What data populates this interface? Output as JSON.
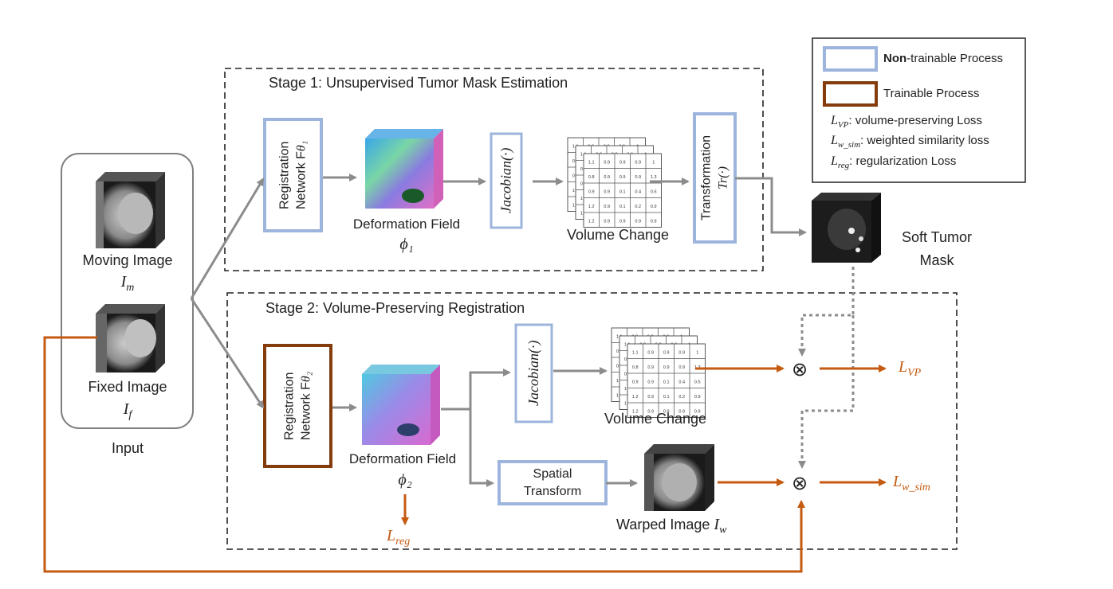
{
  "stage1": {
    "title": "Stage 1: Unsupervised Tumor Mask Estimation"
  },
  "stage2": {
    "title": "Stage 2: Volume-Preserving Registration"
  },
  "input": {
    "caption": "Input",
    "moving_label": "Moving Image",
    "moving_symbol": "I",
    "moving_sub": "m",
    "fixed_label": "Fixed Image",
    "fixed_symbol": "I",
    "fixed_sub": "f"
  },
  "stage1_nodes": {
    "reg_net_line1": "Registration",
    "reg_net_line2": "Network F",
    "reg_net_sub": "θ₁",
    "deform_label": "Deformation Field",
    "deform_symbol": "ϕ₁",
    "jacobian": "Jacobian(·)",
    "volume_change": "Volume Change",
    "transform_line1": "Transformation",
    "transform_line2": "Tr(·)"
  },
  "stage2_nodes": {
    "reg_net_line1": "Registration",
    "reg_net_line2": "Network F",
    "reg_net_sub": "θ₂",
    "deform_label": "Deformation Field",
    "deform_symbol": "ϕ₂",
    "jacobian": "Jacobian(·)",
    "volume_change": "Volume Change",
    "spatial_line1": "Spatial",
    "spatial_line2": "Transform",
    "warped_label": "Warped Image ",
    "warped_symbol": "I",
    "warped_sub": "w"
  },
  "soft_mask": {
    "line1": "Soft Tumor",
    "line2": "Mask"
  },
  "losses": {
    "vp_main": "L",
    "vp_sub": "VP",
    "sim_main": "L",
    "sim_sub": "w_sim",
    "reg_main": "L",
    "reg_sub": "reg"
  },
  "operator": "⊗",
  "legend": {
    "non_trainable_bold": "Non",
    "non_trainable_rest": "-trainable Process",
    "trainable": "Trainable Process",
    "vp_main": "L",
    "vp_sub": "VP",
    "vp_desc": ": volume-preserving Loss",
    "sim_main": "L",
    "sim_sub": "w_sim",
    "sim_desc": ": weighted similarity loss",
    "reg_main": "L",
    "reg_sub": "reg",
    "reg_desc": ": regularization Loss"
  },
  "vc_grid": {
    "back": [
      "1.1",
      "0.9",
      "0.8",
      "0.9",
      "1"
    ],
    "front": [
      [
        "1.1",
        "0.9",
        "0.9",
        "0.9",
        "1"
      ],
      [
        "0.8",
        "0.9",
        "0.9",
        "0.9",
        "1.3"
      ],
      [
        "0.9",
        "0.9",
        "0.1",
        "0.4",
        "0.5"
      ],
      [
        "1.2",
        "0.9",
        "0.1",
        "0.2",
        "0.9"
      ],
      [
        "1.2",
        "0.9",
        "0.9",
        "0.9",
        "0.9"
      ]
    ]
  },
  "colors": {
    "non_trainable": "#9db5dd",
    "trainable": "#843c0c",
    "loss_orange": "#c55a11",
    "arrow_gray": "#8c8c8c"
  }
}
